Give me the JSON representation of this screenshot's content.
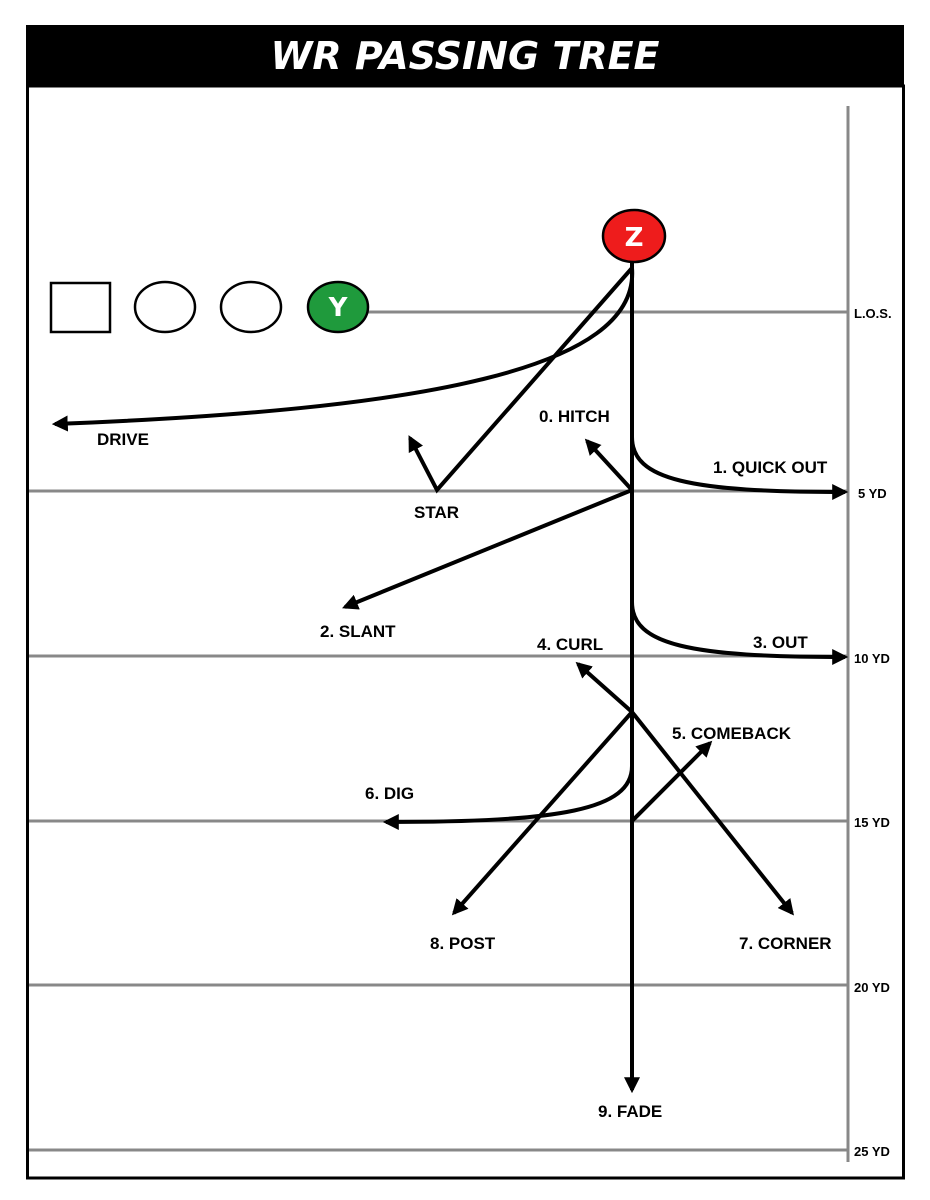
{
  "title": "WR PASSING TREE",
  "colors": {
    "title_bar": "#000000",
    "z_player": "#ee1c1c",
    "y_player": "#1f9a3c",
    "yard_line": "#888888",
    "route": "#000000"
  },
  "players": {
    "z": "Z",
    "y": "Y"
  },
  "yard_markers": {
    "los": "L.O.S.",
    "yd5": "5 YD",
    "yd10": "10 YD",
    "yd15": "15 YD",
    "yd20": "20 YD",
    "yd25": "25 YD"
  },
  "routes": {
    "drive": "DRIVE",
    "star": "STAR",
    "hitch": "0. HITCH",
    "quick_out": "1. QUICK OUT",
    "slant": "2. SLANT",
    "out": "3. OUT",
    "curl": "4. CURL",
    "comeback": "5. COMEBACK",
    "dig": "6. DIG",
    "corner": "7. CORNER",
    "post": "8. POST",
    "fade": "9. FADE"
  }
}
